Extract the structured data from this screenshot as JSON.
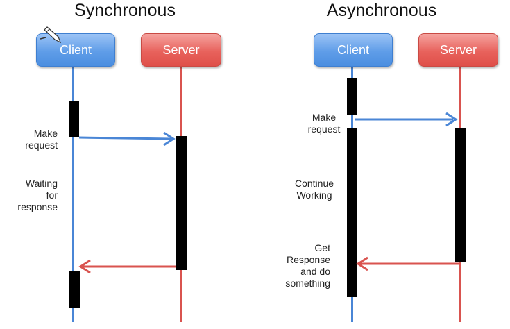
{
  "sync": {
    "title": "Synchronous",
    "client_label": "Client",
    "server_label": "Server",
    "notes": {
      "make_request": "Make\nrequest",
      "waiting": "Waiting\nfor\nresponse"
    }
  },
  "async": {
    "title": "Asynchronous",
    "client_label": "Client",
    "server_label": "Server",
    "notes": {
      "make_request": "Make\nrequest",
      "continue": "Continue\nWorking",
      "get_response": "Get\nResponse\nand do\nsomething"
    }
  },
  "colors": {
    "client": "#5f9de8",
    "server": "#e8625c",
    "request_arrow": "#4a86d6",
    "response_arrow": "#d9534f",
    "activation": "#000000"
  },
  "icons": {
    "cursor": "pencil-icon"
  }
}
